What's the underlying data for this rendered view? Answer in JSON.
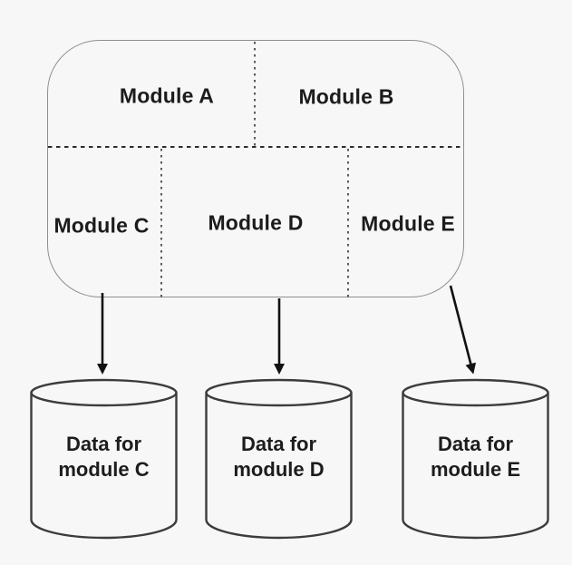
{
  "diagram": {
    "type": "software-architecture-modules-to-datastores",
    "colors": {
      "background": "#f7f7f7",
      "box_border": "#8f8f8f",
      "divider": "#2e2e2e",
      "text": "#1c1c1c",
      "cylinder_stroke": "#3c3c3c",
      "arrow": "#111111"
    }
  },
  "modules": [
    {
      "id": "A",
      "label": "Module A"
    },
    {
      "id": "B",
      "label": "Module B"
    },
    {
      "id": "C",
      "label": "Module C"
    },
    {
      "id": "D",
      "label": "Module D"
    },
    {
      "id": "E",
      "label": "Module E"
    }
  ],
  "datastores": [
    {
      "id": "C",
      "line1": "Data for",
      "line2": "module C"
    },
    {
      "id": "D",
      "line1": "Data for",
      "line2": "module D"
    },
    {
      "id": "E",
      "line1": "Data for",
      "line2": "module E"
    }
  ],
  "connections": [
    {
      "from": "Module C",
      "to": "Data for module C"
    },
    {
      "from": "Module D",
      "to": "Data for module D"
    },
    {
      "from": "Module E",
      "to": "Data for module E"
    }
  ]
}
